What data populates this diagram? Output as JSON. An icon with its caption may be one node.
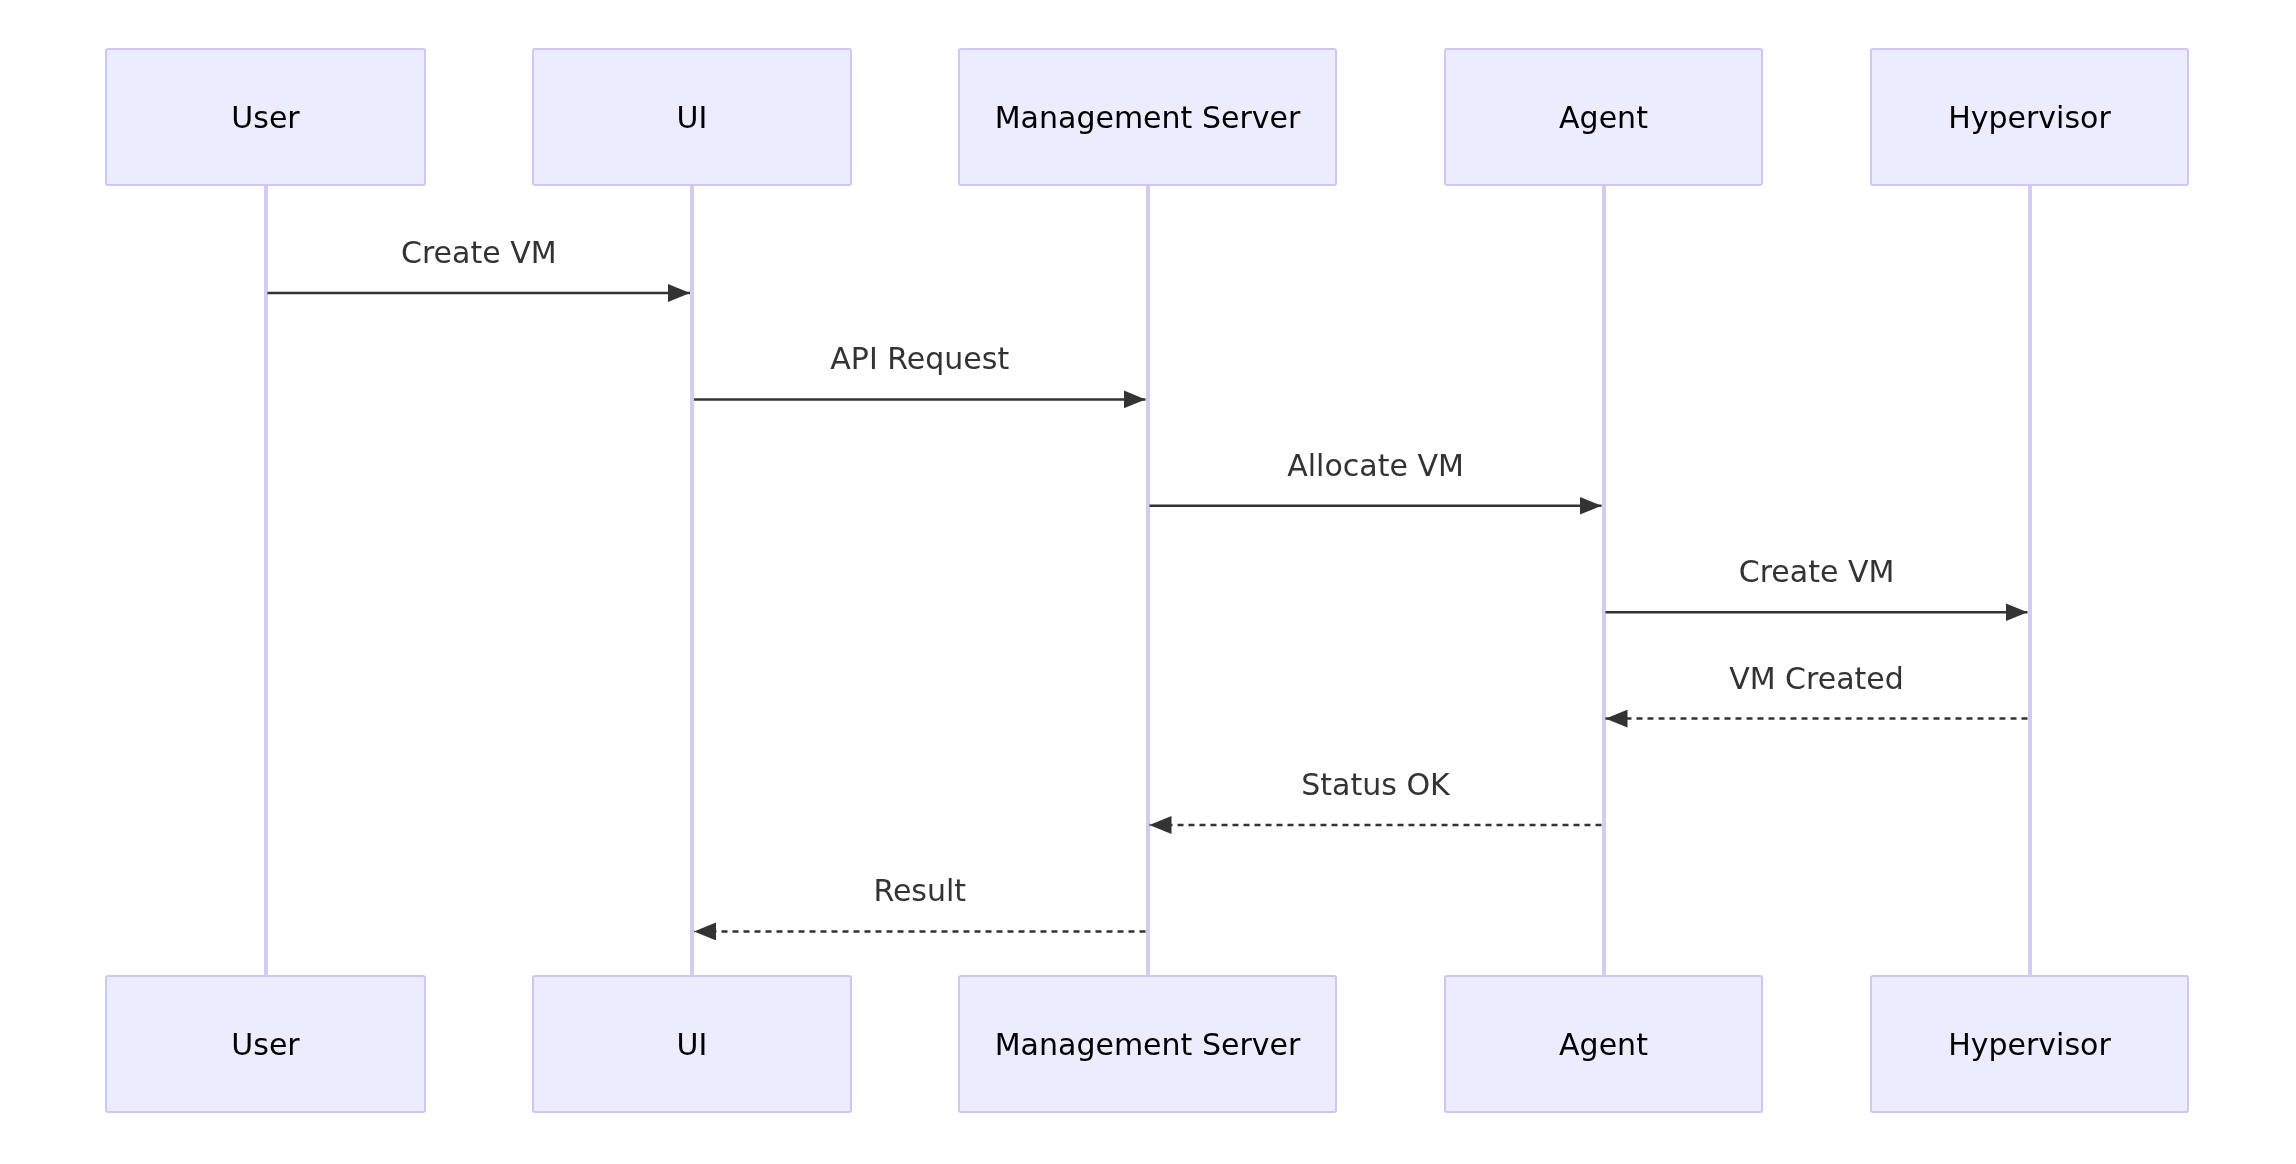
{
  "diagram": {
    "nodes": [
      {
        "text": [
          "User"
        ]
      },
      {
        "text": [
          "UI"
        ]
      },
      {
        "text": [
          "Management Server"
        ]
      },
      {
        "text": [
          "Agent"
        ]
      },
      {
        "text": [
          "Hypervisor"
        ]
      },
      {
        "text": [
          "User"
        ]
      },
      {
        "text": [
          "UI"
        ]
      },
      {
        "text": [
          "Management Server"
        ]
      },
      {
        "text": [
          "Agent"
        ]
      },
      {
        "text": [
          "Hypervisor"
        ]
      },
      {
        "text": [],
        "shape": "bar"
      },
      {
        "text": [],
        "shape": "bar"
      },
      {
        "text": [],
        "shape": "bar"
      },
      {
        "text": [],
        "shape": "bar"
      },
      {
        "text": [],
        "shape": "bar"
      }
    ],
    "edges": [
      {
        "from": 10,
        "to": 11,
        "arrow": "to",
        "label": "Create VM"
      },
      {
        "from": 11,
        "to": 12,
        "arrow": "to",
        "label": "API Request"
      },
      {
        "from": 12,
        "to": 13,
        "arrow": "to",
        "label": "Allocate VM"
      },
      {
        "from": 13,
        "to": 14,
        "arrow": "to",
        "label": "Create VM"
      },
      {
        "from": 14,
        "to": 13,
        "arrow": "to",
        "label": "VM Created",
        "style": "dashed"
      },
      {
        "from": 13,
        "to": 12,
        "arrow": "to",
        "label": "Status OK",
        "style": "dashed"
      },
      {
        "from": 12,
        "to": 11,
        "arrow": "to",
        "label": "Result",
        "style": "dashed"
      }
    ]
  }
}
